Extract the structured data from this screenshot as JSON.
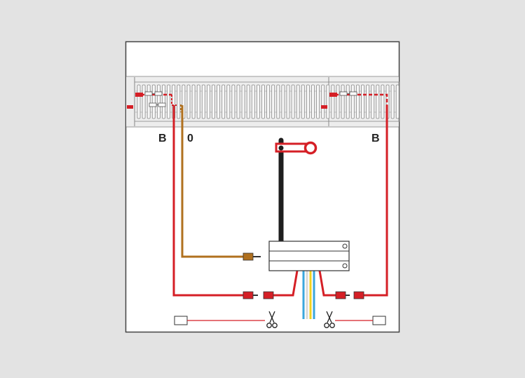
{
  "diagram": {
    "labels": {
      "left_terminal": "B",
      "center_terminal": "0",
      "right_terminal": "B"
    },
    "colors": {
      "background": "#e3e3e3",
      "panel": "#ffffff",
      "border": "#444444",
      "track_fill": "#ededed",
      "track_stroke": "#8c8c8c",
      "wire_red": "#d51f26",
      "wire_brown": "#b0701e",
      "wire_black": "#1e1e1e",
      "wire_blue": "#3aa6dd",
      "wire_yellow": "#f2d21e",
      "wire_white": "#ffffff"
    },
    "icons": {
      "signal": "semaphore-signal-icon",
      "cut_left": "scissors-icon",
      "cut_right": "scissors-icon"
    }
  }
}
